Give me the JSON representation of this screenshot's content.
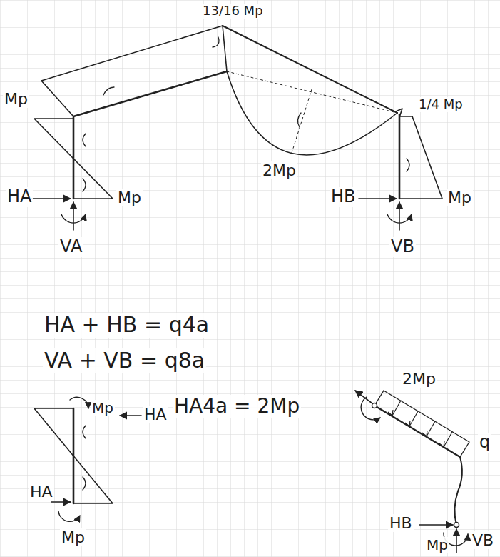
{
  "diagram": {
    "labels": [
      "13/16 Mp",
      "Mp",
      "1/4 Mp",
      "2Mp",
      "HA",
      "Mp",
      "HB",
      "Mp",
      "VA",
      "VB",
      "HA + HB = q4a",
      "VA + VB = q8a",
      "2Mp",
      "q",
      "Mp",
      "HA",
      "HA4a = 2Mp",
      "HA",
      "HB",
      "Mp",
      "Mp",
      "VB"
    ]
  }
}
